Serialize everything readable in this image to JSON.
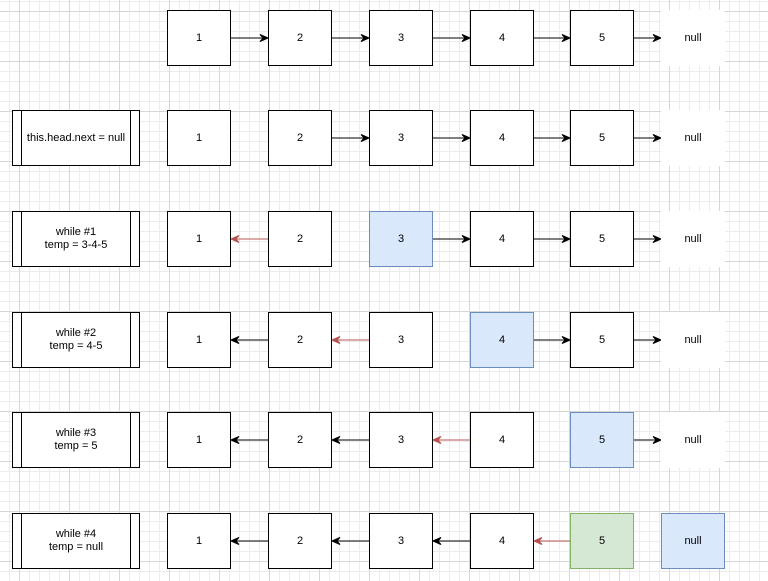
{
  "colors": {
    "node_border": "#000000",
    "arrow_black": "#000000",
    "arrow_red": "#b85450",
    "highlight_blue_fill": "#dae8fc",
    "highlight_blue_border": "#6c8ebf",
    "highlight_green_fill": "#d5e8d4",
    "highlight_green_border": "#82b366",
    "grid": "#d6d6d6"
  },
  "rows": [
    {
      "label": null,
      "nodes": [
        {
          "text": "1",
          "style": "normal"
        },
        {
          "text": "2",
          "style": "normal"
        },
        {
          "text": "3",
          "style": "normal"
        },
        {
          "text": "4",
          "style": "normal"
        },
        {
          "text": "5",
          "style": "normal"
        },
        {
          "text": "null",
          "style": "plain"
        }
      ],
      "links": [
        "right",
        "right",
        "right",
        "right",
        "right"
      ]
    },
    {
      "label": "this.head.next = null",
      "nodes": [
        {
          "text": "1",
          "style": "normal"
        },
        {
          "text": "2",
          "style": "normal"
        },
        {
          "text": "3",
          "style": "normal"
        },
        {
          "text": "4",
          "style": "normal"
        },
        {
          "text": "5",
          "style": "normal"
        },
        {
          "text": "null",
          "style": "plain"
        }
      ],
      "links": [
        "none",
        "right",
        "right",
        "right",
        "right"
      ]
    },
    {
      "label": "while #1\ntemp = 3-4-5",
      "nodes": [
        {
          "text": "1",
          "style": "normal"
        },
        {
          "text": "2",
          "style": "normal"
        },
        {
          "text": "3",
          "style": "blue"
        },
        {
          "text": "4",
          "style": "normal"
        },
        {
          "text": "5",
          "style": "normal"
        },
        {
          "text": "null",
          "style": "plain"
        }
      ],
      "links": [
        "left-red",
        "none",
        "right",
        "right",
        "right"
      ]
    },
    {
      "label": "while #2\ntemp = 4-5",
      "nodes": [
        {
          "text": "1",
          "style": "normal"
        },
        {
          "text": "2",
          "style": "normal"
        },
        {
          "text": "3",
          "style": "normal"
        },
        {
          "text": "4",
          "style": "blue"
        },
        {
          "text": "5",
          "style": "normal"
        },
        {
          "text": "null",
          "style": "plain"
        }
      ],
      "links": [
        "left",
        "left-red",
        "none",
        "right",
        "right"
      ]
    },
    {
      "label": "while #3\ntemp = 5",
      "nodes": [
        {
          "text": "1",
          "style": "normal"
        },
        {
          "text": "2",
          "style": "normal"
        },
        {
          "text": "3",
          "style": "normal"
        },
        {
          "text": "4",
          "style": "normal"
        },
        {
          "text": "5",
          "style": "blue"
        },
        {
          "text": "null",
          "style": "plain"
        }
      ],
      "links": [
        "left",
        "left",
        "left-red",
        "none",
        "right"
      ]
    },
    {
      "label": "while #4\ntemp = null",
      "nodes": [
        {
          "text": "1",
          "style": "normal"
        },
        {
          "text": "2",
          "style": "normal"
        },
        {
          "text": "3",
          "style": "normal"
        },
        {
          "text": "4",
          "style": "normal"
        },
        {
          "text": "5",
          "style": "green"
        },
        {
          "text": "null",
          "style": "blue"
        }
      ],
      "links": [
        "left",
        "left",
        "left",
        "left-red",
        "none"
      ]
    }
  ]
}
